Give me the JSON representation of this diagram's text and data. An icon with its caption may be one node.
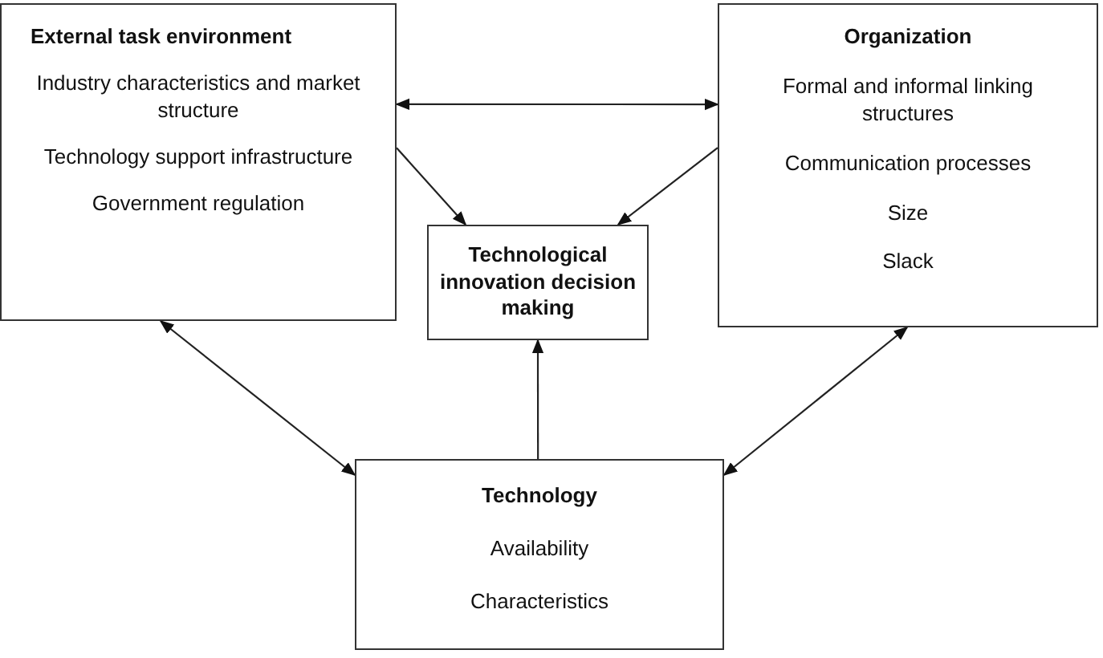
{
  "diagram": {
    "nodes": [
      {
        "text": [
          "External task environment",
          "Industry characteristics and market structure",
          "Technology support infrastructure",
          "Government regulation"
        ]
      },
      {
        "text": [
          "Organization",
          "Formal and informal linking structures",
          "Communication processes",
          "Size",
          "Slack"
        ]
      },
      {
        "text": [
          "Technological innovation decision making"
        ]
      },
      {
        "text": [
          "Technology",
          "Availability",
          "Characteristics"
        ]
      }
    ],
    "edges": [
      {
        "from": 0,
        "to": 1,
        "arrow": "both"
      },
      {
        "from": 0,
        "to": 2,
        "arrow": "to"
      },
      {
        "from": 1,
        "to": 2,
        "arrow": "to"
      },
      {
        "from": 3,
        "to": 2,
        "arrow": "to"
      },
      {
        "from": 0,
        "to": 3,
        "arrow": "both"
      },
      {
        "from": 1,
        "to": 3,
        "arrow": "both"
      }
    ]
  }
}
